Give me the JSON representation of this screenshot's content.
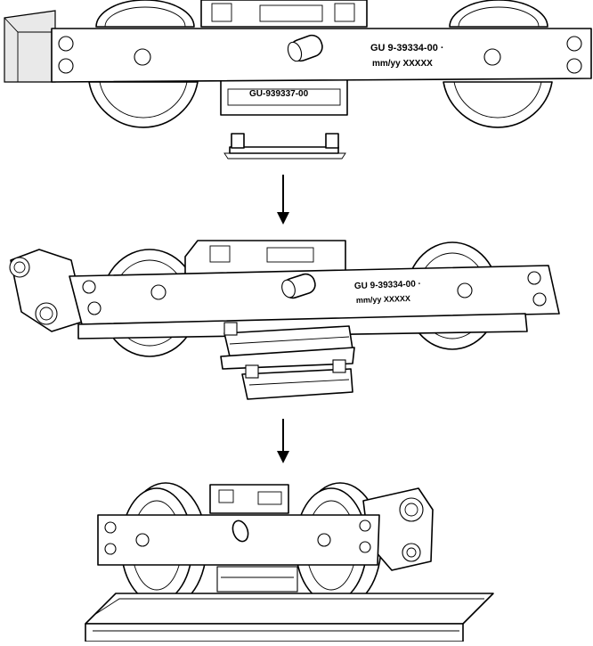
{
  "figure": {
    "step1": {
      "plate_code": "GU 9-39334-00 ·",
      "plate_date": "mm/yy   XXXXX",
      "clip_code": "GU-939337-00"
    },
    "step2": {
      "plate_code": "GU 9-39334-00 ·",
      "plate_date": "mm/yy   XXXXX"
    }
  }
}
